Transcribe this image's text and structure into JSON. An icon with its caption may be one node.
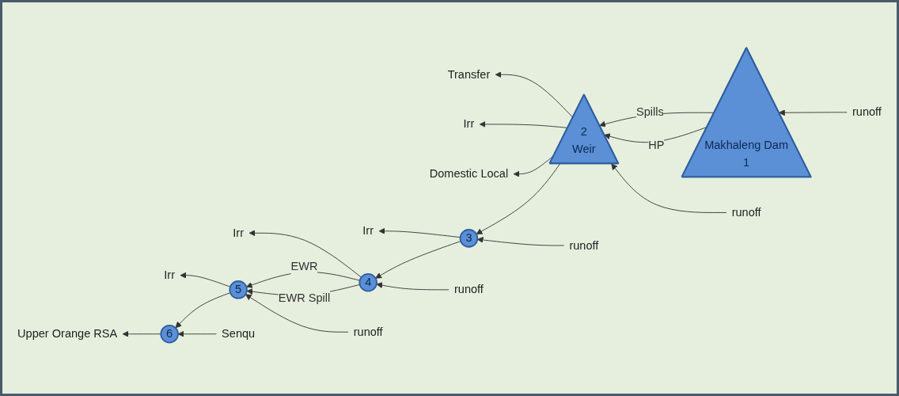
{
  "diagram": {
    "nodes": [
      {
        "text": [
          "Makhaleng Dam",
          "1"
        ]
      },
      {
        "text": [
          "runoff"
        ]
      },
      {
        "text": [
          "2",
          "Weir"
        ]
      },
      {
        "text": [
          "runoff"
        ]
      },
      {
        "text": [
          "Transfer"
        ]
      },
      {
        "text": [
          "Irr"
        ]
      },
      {
        "text": [
          "Domestic Local"
        ]
      },
      {
        "text": [
          "3"
        ]
      },
      {
        "text": [
          "runoff"
        ]
      },
      {
        "text": [
          "Irr"
        ]
      },
      {
        "text": [
          "4"
        ]
      },
      {
        "text": [
          "runoff"
        ]
      },
      {
        "text": [
          "Irr"
        ]
      },
      {
        "text": [
          "5"
        ]
      },
      {
        "text": [
          "Irr"
        ]
      },
      {
        "text": [
          "runoff"
        ]
      },
      {
        "text": [
          "6"
        ]
      },
      {
        "text": [
          "Senqu"
        ]
      },
      {
        "text": [
          "Upper Orange RSA"
        ]
      }
    ],
    "edges": [
      {
        "from": 1,
        "to": 0,
        "arrow": "to"
      },
      {
        "from": 0,
        "to": 2,
        "arrow": "to",
        "label": "Spills"
      },
      {
        "from": 0,
        "to": 2,
        "arrow": "to",
        "label": "HP"
      },
      {
        "from": 3,
        "to": 2,
        "arrow": "to"
      },
      {
        "from": 2,
        "to": 4,
        "arrow": "to"
      },
      {
        "from": 2,
        "to": 5,
        "arrow": "to"
      },
      {
        "from": 2,
        "to": 6,
        "arrow": "to"
      },
      {
        "from": 2,
        "to": 7,
        "arrow": "to"
      },
      {
        "from": 8,
        "to": 7,
        "arrow": "to"
      },
      {
        "from": 7,
        "to": 9,
        "arrow": "to"
      },
      {
        "from": 7,
        "to": 10,
        "arrow": "to"
      },
      {
        "from": 11,
        "to": 10,
        "arrow": "to"
      },
      {
        "from": 10,
        "to": 12,
        "arrow": "to"
      },
      {
        "from": 10,
        "to": 13,
        "arrow": "to",
        "label": "EWR"
      },
      {
        "from": 10,
        "to": 13,
        "arrow": "to",
        "label": "EWR Spill"
      },
      {
        "from": 15,
        "to": 13,
        "arrow": "to"
      },
      {
        "from": 13,
        "to": 14,
        "arrow": "to"
      },
      {
        "from": 13,
        "to": 16,
        "arrow": "to"
      },
      {
        "from": 17,
        "to": 16,
        "arrow": "to"
      },
      {
        "from": 16,
        "to": 18,
        "arrow": "to"
      }
    ]
  }
}
